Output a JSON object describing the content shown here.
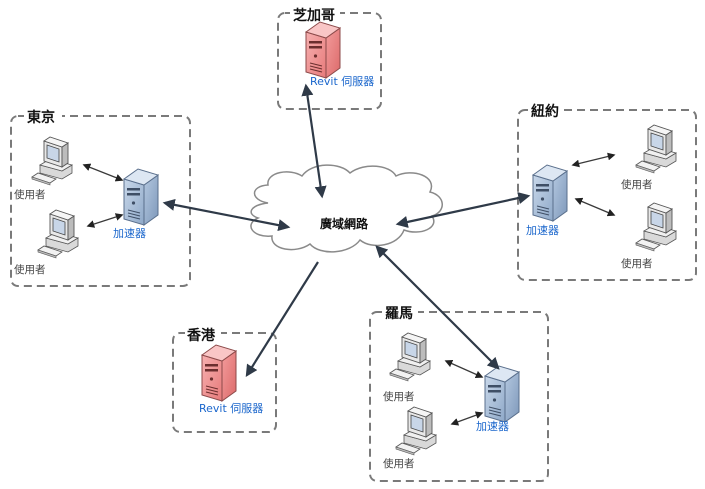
{
  "diagram": {
    "wan_label": "廣域網路",
    "sites": {
      "chicago": {
        "title": "芝加哥",
        "server_label": "Revit 伺服器",
        "server_type": "revit-server"
      },
      "tokyo": {
        "title": "東京",
        "accelerator_label": "加速器",
        "users": [
          "使用者",
          "使用者"
        ]
      },
      "newyork": {
        "title": "紐約",
        "accelerator_label": "加速器",
        "users": [
          "使用者",
          "使用者"
        ]
      },
      "hongkong": {
        "title": "香港",
        "server_label": "Revit 伺服器",
        "server_type": "revit-server"
      },
      "rome": {
        "title": "羅馬",
        "accelerator_label": "加速器",
        "users": [
          "使用者",
          "使用者"
        ]
      }
    },
    "connections": [
      {
        "from": "wan",
        "to": "chicago-server",
        "direction": "bidirectional"
      },
      {
        "from": "wan",
        "to": "tokyo-accelerator",
        "direction": "bidirectional"
      },
      {
        "from": "wan",
        "to": "newyork-accelerator",
        "direction": "bidirectional"
      },
      {
        "from": "wan",
        "to": "hongkong-server",
        "direction": "to"
      },
      {
        "from": "wan",
        "to": "rome-accelerator",
        "direction": "bidirectional"
      }
    ],
    "colors": {
      "revit_server": "#f08a8a",
      "accelerator": "#a9c0dc",
      "label_blue": "#1a66cc",
      "arrow": "#2f3a48"
    }
  }
}
